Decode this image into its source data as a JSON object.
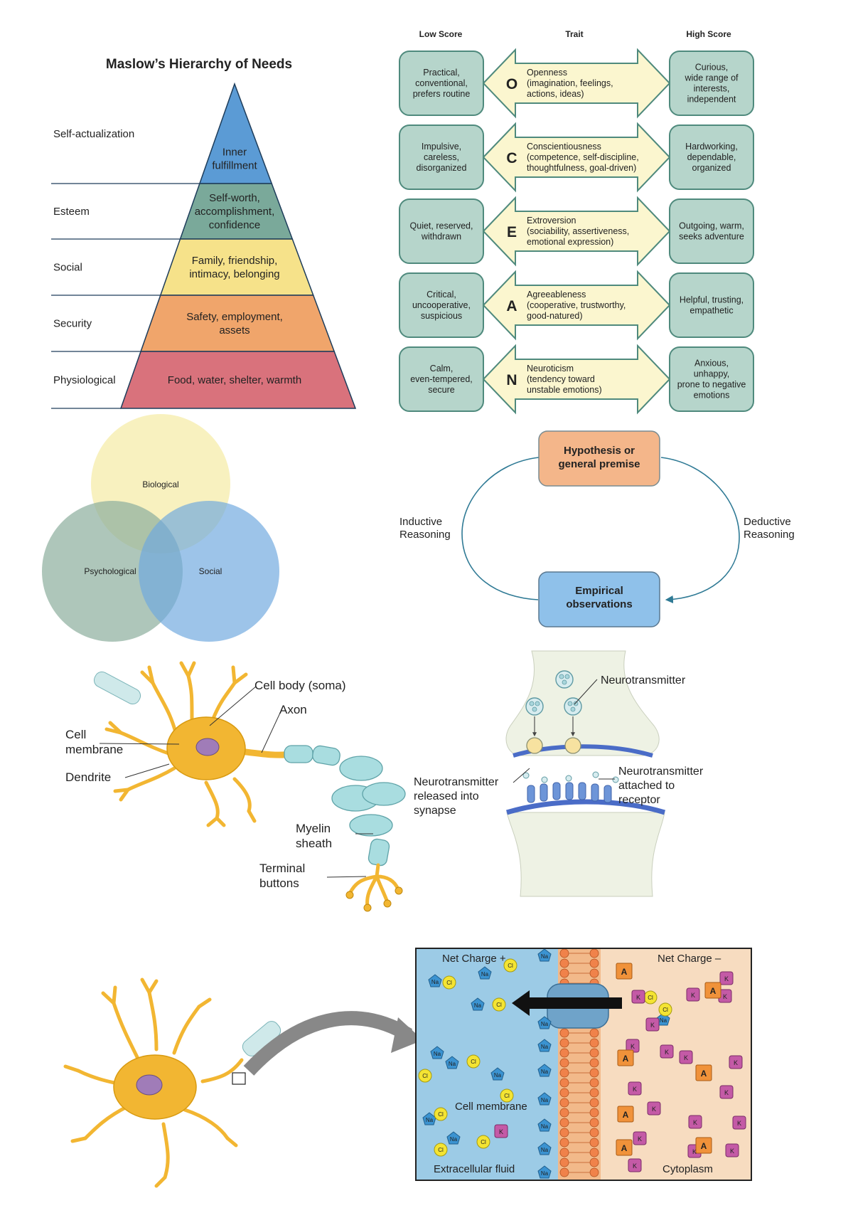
{
  "maslow": {
    "title": "Maslow’s Hierarchy of Needs",
    "levels": [
      {
        "label": "Self-actualization",
        "lines": [
          "Inner",
          "fulfillment"
        ],
        "color": "#5b9bd5"
      },
      {
        "label": "Esteem",
        "lines": [
          "Self-worth,",
          "accomplishment,",
          "confidence"
        ],
        "color": "#7aa99a"
      },
      {
        "label": "Social",
        "lines": [
          "Family, friendship,",
          "intimacy, belonging"
        ],
        "color": "#f6e28a"
      },
      {
        "label": "Security",
        "lines": [
          "Safety, employment,",
          "assets"
        ],
        "color": "#f0a56b"
      },
      {
        "label": "Physiological",
        "lines": [
          "Food, water, shelter, warmth"
        ],
        "color": "#d9727c"
      }
    ]
  },
  "big_five": {
    "headers": {
      "low": "Low Score",
      "trait": "Trait",
      "high": "High Score"
    },
    "traits": [
      {
        "letter": "O",
        "name": "Openness",
        "desc": [
          "(imagination, feelings,",
          "actions, ideas)"
        ],
        "low": [
          "Practical,",
          "conventional,",
          "prefers routine"
        ],
        "high": [
          "Curious,",
          "wide range of",
          "interests,",
          "independent"
        ]
      },
      {
        "letter": "C",
        "name": "Conscientiousness",
        "desc": [
          "(competence, self-discipline,",
          "thoughtfulness, goal-driven)"
        ],
        "low": [
          "Impulsive,",
          "careless,",
          "disorganized"
        ],
        "high": [
          "Hardworking,",
          "dependable,",
          "organized"
        ]
      },
      {
        "letter": "E",
        "name": "Extroversion",
        "desc": [
          "(sociability, assertiveness,",
          "emotional expression)"
        ],
        "low": [
          "Quiet, reserved,",
          "withdrawn"
        ],
        "high": [
          "Outgoing, warm,",
          "seeks adventure"
        ]
      },
      {
        "letter": "A",
        "name": "Agreeableness",
        "desc": [
          "(cooperative, trustworthy,",
          "good-natured)"
        ],
        "low": [
          "Critical,",
          "uncooperative,",
          "suspicious"
        ],
        "high": [
          "Helpful, trusting,",
          "empathetic"
        ]
      },
      {
        "letter": "N",
        "name": "Neuroticism",
        "desc": [
          "(tendency toward",
          "unstable emotions)"
        ],
        "low": [
          "Calm,",
          "even-tempered,",
          "secure"
        ],
        "high": [
          "Anxious,",
          "unhappy,",
          "prone to negative",
          "emotions"
        ]
      }
    ]
  },
  "venn": {
    "biological": "Biological",
    "psychological": "Psychological",
    "social": "Social"
  },
  "cycle": {
    "top": [
      "Hypothesis or",
      "general premise"
    ],
    "bottom": [
      "Empirical",
      "observations"
    ],
    "left": [
      "Inductive",
      "Reasoning"
    ],
    "right": [
      "Deductive",
      "Reasoning"
    ]
  },
  "neuron": {
    "cell_body": "Cell body (soma)",
    "axon": "Axon",
    "cell_membrane": [
      "Cell",
      "membrane"
    ],
    "dendrite": "Dendrite",
    "myelin": [
      "Myelin",
      "sheath"
    ],
    "terminal": [
      "Terminal",
      "buttons"
    ]
  },
  "synapse": {
    "neurotransmitter": "Neurotransmitter",
    "released": [
      "Neurotransmitter",
      "released into",
      "synapse"
    ],
    "attached": [
      "Neurotransmitter",
      "attached to",
      "receptor"
    ]
  },
  "membrane": {
    "net_pos": "Net Charge +",
    "net_neg": "Net Charge –",
    "cell_membrane": "Cell membrane",
    "extracellular": "Extracellular fluid",
    "cytoplasm": "Cytoplasm",
    "ions": {
      "na": "Na",
      "cl": "Cl",
      "k": "K",
      "a": "A",
      "plus": "+",
      "minus": "–"
    }
  },
  "colors": {
    "box_fill": "#b6d5cb",
    "box_stroke": "#4f8a7d",
    "arrow_fill": "#fbf6cf",
    "hyp_fill": "#f4b68a",
    "emp_fill": "#8fc1ea",
    "cycle_line": "#2f7a95",
    "venn_bio": "#f5ecaa",
    "venn_psy": "#8fb0a0",
    "venn_soc": "#6ea8de",
    "neuron": "#f2b632",
    "myelin": "#a9dde0",
    "extracellular": "#9ccbe6",
    "cytoplasm": "#f7dcc0"
  }
}
